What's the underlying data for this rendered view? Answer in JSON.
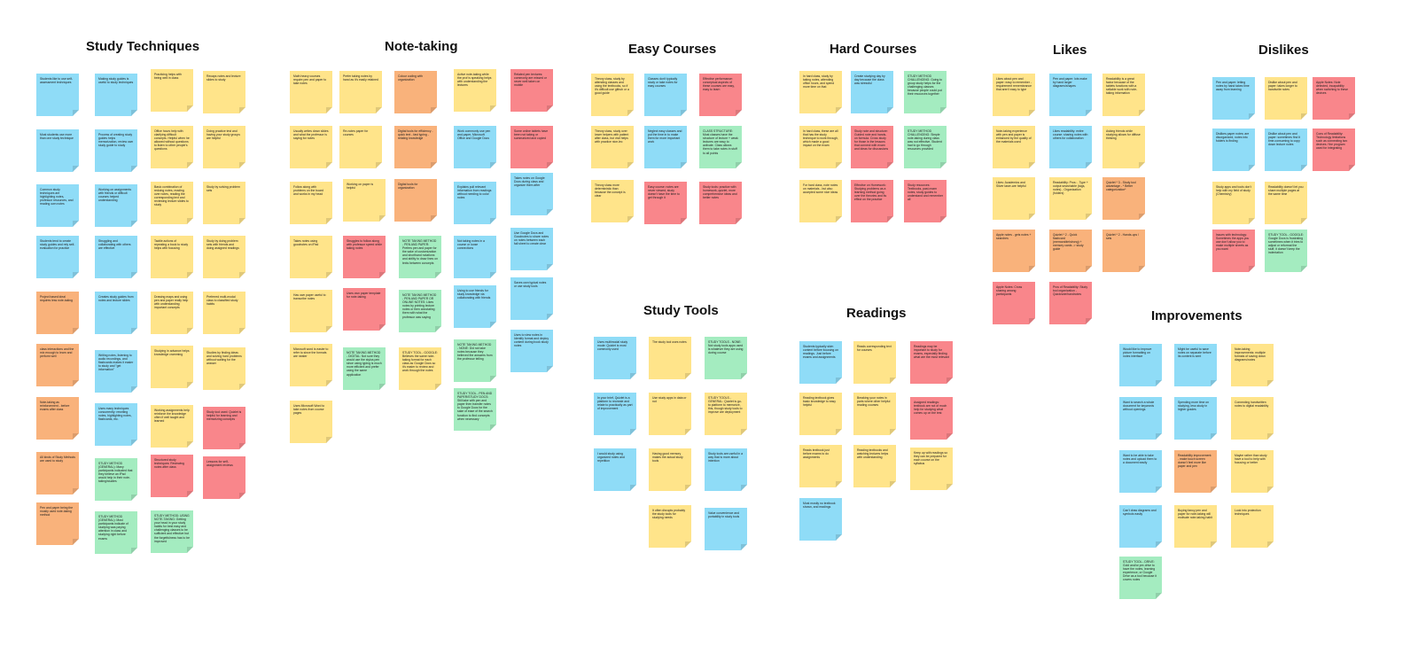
{
  "colors": {
    "yellow": "#ffe48a",
    "blue": "#8fdcf7",
    "orange": "#f9b27b",
    "red": "#f9868b",
    "green": "#a4ecc0"
  },
  "sections": [
    {
      "title": "Study Techniques"
    },
    {
      "title": "Note-taking"
    },
    {
      "title": "Easy Courses"
    },
    {
      "title": "Hard Courses"
    },
    {
      "title": "Likes"
    },
    {
      "title": "Dislikes"
    },
    {
      "title": "Study Tools"
    },
    {
      "title": "Readings"
    },
    {
      "title": "Improvements"
    }
  ],
  "notes": [
    {
      "text": "Students like to use self-assessment techniques"
    },
    {
      "text": "Making study guides is useful to study techniques"
    },
    {
      "text": "Practicing helps with being well in class"
    },
    {
      "text": "Recaps notes and lecture slides to study"
    },
    {
      "text": "Most students use more than one study technique"
    },
    {
      "text": "Process of creating study guides helps memorization, review own study guide to study"
    },
    {
      "text": "Office hours help with clarifying difficult concepts. Helpful when he allowed without questions to listen to other people's questions"
    },
    {
      "text": "Doing practice test and having your study groups are helpful"
    },
    {
      "text": "Common study techniques are highlighting notes, professor resources, and reading own notes"
    },
    {
      "text": "Working on assignments with friends or difficult courses helped understanding"
    },
    {
      "text": "Basic combination of redoing notes, reading over notes, reading the corresponding text and reviewing lecture slides to study"
    },
    {
      "text": "Study by solving problem sets"
    },
    {
      "text": "Students tend to create study guides and rely self-evaluation for practice"
    },
    {
      "text": "Struggling and collaborating with others are effective"
    },
    {
      "text": "Tactile actions of repeating a book to study helps with focusing"
    },
    {
      "text": "Study by doing problem sets with friends and doing assigned readings"
    },
    {
      "text": "Project based ideal requires less note-taking"
    },
    {
      "text": "Creates study guides from notes and lecture slides"
    },
    {
      "text": "Drawing maps and using pen and paper really help with understanding important concepts"
    },
    {
      "text": "Preferred multi-modal class to classified study habits"
    },
    {
      "text": "class interactions and the mix enough to learn and perform well"
    },
    {
      "text": "Writing notes, listening to audio recordings, and flashcards makes it easier to study and \"get information\""
    },
    {
      "text": "Studying in advance helps knowledge cramming"
    },
    {
      "text": "Studies by finding ideas and solving hard problems without waiting for the answer"
    },
    {
      "text": "Note-taking as reinforcement - before exams after class"
    },
    {
      "text": "Uses many techniques concurrently: rewriting notes, highlighting notes, flashcards, etc."
    },
    {
      "text": "Working assignments help reinforce the knowledge often if well taught and learned"
    },
    {
      "text": "Study tool used: Quizlet is helpful for learning and memorizing concepts"
    },
    {
      "text": "All kinds of Study Methods are used to study"
    },
    {
      "text": "STUDY METHOD (GENERAL): Many participants indicated that they believe an iPad would help in their note-taking/studies"
    },
    {
      "text": "Structured study techniques: Reviewing notes after class"
    },
    {
      "text": "Lessons for self-assignment reviews"
    },
    {
      "text": "Pen and paper being the mostly used note-taking method"
    },
    {
      "text": "STUDY METHOD (GENERAL): Most participants indicate of studying was paying attention in class and studying right before exams"
    },
    {
      "text": "STUDY METHOD: USING NOTE-TAKING: Getting your head in your study habits for best easy and challenging classes to be sufficient and effective but the forgetfulness has to be improved"
    },
    {
      "text": "Math heavy courses require pen and paper to take notes"
    },
    {
      "text": "Prefer taking notes by hand as it's easily retained"
    },
    {
      "text": "Colour coding with organization"
    },
    {
      "text": "Active note-taking while the prof is speaking helps with understanding the lectures"
    },
    {
      "text": "Related pen textures: commonly are missed or never well taken on mobile"
    },
    {
      "text": "Usually writes down slides and what the professor is saying for notes"
    },
    {
      "text": "Re-notes paper for courses"
    },
    {
      "text": "Digital tools for efficiency - quick text - fast typing - relating knowledge"
    },
    {
      "text": "Work commonly use pen and paper, Microsoft Office and Google Docs"
    },
    {
      "text": "Some online tablets have been not taking or summarized and copied"
    },
    {
      "text": "Follow along with problems on the board and works in my head"
    },
    {
      "text": "Working on paper is helpful"
    },
    {
      "text": "Digital tools for organization"
    },
    {
      "text": "Explains pull relevant information from readings without needing to color notes"
    },
    {
      "text": "Takes notes on Google Docs during class and organize them after"
    },
    {
      "text": "Takes notes using goodnotes on iPad"
    },
    {
      "text": "Struggles to follow along with professor speed while taking notes"
    },
    {
      "text": "NOTE TAKING METHOD - PEN AND PAPER: Prefers pen and paper for the sake of customization and shorthand notations and ability to draw lines on texts between concepts"
    },
    {
      "text": "Not taking notes in a course or loose connections"
    },
    {
      "text": "Use Google Docs and Goodnotes to share notes on notes between each fall sheet to create clear"
    },
    {
      "text": "Has own paper useful to transcribe notes"
    },
    {
      "text": "Uses own paper template for note-taking"
    },
    {
      "text": "NOTE TAKING METHOD - PEN AND PAPER OR ONLINE NOTES: Likes notes by printing lecture notes or then annotating them with what the professor was saying"
    },
    {
      "text": "Using to use friends for study knowledge via collaborating with friends"
    },
    {
      "text": "Saves own typical notes or use study tools"
    },
    {
      "text": "Microsoft word is easier to refer to since the formats are neater"
    },
    {
      "text": "NOTE TAKING METHOD - DIGITAL: Not sure they would use the stylus pen since using typing is much more efficient and prefer using the same application"
    },
    {
      "text": "STUDY TOOL - GOOGLE: Believes the same note-taking format for each class as Google Docs so it's easier to review and work through the notes"
    },
    {
      "text": "NOTE TAKING METHOD - NONE: Did not take notes because they believed the answers from the professor telling"
    },
    {
      "text": "Uses to view notes in Identify format and deploy content during book study notes"
    },
    {
      "text": "Uses Microsoft Word to take notes from course pages"
    },
    {
      "text": "STUDY TOOL - PEN AND PAPER/STUDY DOCS: Still take with pen and paper then transfer notes to Google Docs for the sake of ease of the search function to find concepts when necessary"
    },
    {
      "text": "Theory class, study by attending classes and using the textbooks, so if it's difficult use github or a good guide"
    },
    {
      "text": "Classes don't typically study or take notes for easy courses"
    },
    {
      "text": "Effective performance: conceptual aspects of these courses are easy, easy to learn"
    },
    {
      "text": "Theory class, study over lower helpers with patient after class, but visit helps with practice nice-lec"
    },
    {
      "text": "Neglect easy classes and put the time in to make them for more important work"
    },
    {
      "text": "CLASS STRUCTURE: Most classes have the structure of lecture + weak lectures are easy to activate. Class allows them to take notes in stuff to all points"
    },
    {
      "text": "Theory class more deterministic than because the concept is clear"
    },
    {
      "text": "Easy course: notes are never viewed, study doesn't have the time to get through it"
    },
    {
      "text": "Study tools: practice with homework, quizlet, more comprehensive ideas and better notes"
    },
    {
      "text": "In hard class, study by taking notes, attending office hours, and spend more time on that"
    },
    {
      "text": "Create studying day by day because the class was stressful"
    },
    {
      "text": "STUDY METHOD CHALLENGING: Going to group study helps for the challenging classes because people could put their resources together"
    },
    {
      "text": "In hard class, these are all that has the study technique to work through, which made a good impact on the exam"
    },
    {
      "text": "Study note and structure: Guided note and hands-on formula. Cross study for those in the lessons that connect with exam and ideas for discussions"
    },
    {
      "text": "STUDY METHOD CHALLENGING: Simple note-taking during class was not effective. Student had to go through resources provided"
    },
    {
      "text": "For hard class, note notes on materials - but also accepted some nice ideas"
    },
    {
      "text": "Effective on Homework: Studying problems as a learning method going over the theories and its effect on the practice"
    },
    {
      "text": "Study resources: Textbooks, past-exam notes, study guides to understand and remember all"
    },
    {
      "text": "Likes about pen and paper: easy to remember - requirement remembrance that aren't easy to type"
    },
    {
      "text": "Pen and paper: lots make by hand larger diagrams/shapes"
    },
    {
      "text": "Readability is a great factor because of the tablets functions with a sellable work with note-taking information"
    },
    {
      "text": "Note-taking experience with pen and paper is enhanced by the quality of the materials used"
    },
    {
      "text": "Likes readability: entire course: sharing notes with others for collaboration"
    },
    {
      "text": "Asking friends while studying allows for diffuse thinking"
    },
    {
      "text": "Likes: Academics and Silver laser-are helpful"
    },
    {
      "text": "Readability: Pros: - Type + output searchable (tags, notes) - Organization (folders)"
    },
    {
      "text": "Quizlet * 3 - Study tool advantage - * Better categorization*"
    },
    {
      "text": "Apple notes - gets notes + searches"
    },
    {
      "text": "Quizlet * 2 - Quick flashcard (memorable/strong) + memory cards -> study guide"
    },
    {
      "text": "Quizlet * 2 - Hands-ups / sets"
    },
    {
      "text": "Apple Notes: Cross sharing among participants"
    },
    {
      "text": "Pros of Readability: Study tool organization - Quicknote/handnotes"
    },
    {
      "text": "Pen and paper: letting notes by hand takes time away from learning"
    },
    {
      "text": "Dislike about pen and paper: takes longer to handwrite notes"
    },
    {
      "text": "Apple Notes: Note detected, incapability when switching to these devices"
    },
    {
      "text": "Dislikes paper notes: are disorganized, notes into folders is finding"
    },
    {
      "text": "Dislike about pen and paper: sometimes find it time-consuming to copy down lecture notes"
    },
    {
      "text": "Cons of Readability: Technology limitations such as connecting two devices / the program used for integrating"
    },
    {
      "text": "Study apps and tools don't help with my field of study (Chemistry)"
    },
    {
      "text": "Readability doesn't let you share multiple pages at the same time"
    },
    {
      "text": "Issues with technology: Sometimes the apps you use don't allow you to make multiple sheets as you want"
    },
    {
      "text": "STUDY TOOL - GOOGLE: Google Docs is frustrating sometimes when it tries to adjust or reformat the stuff, it doesn't keep the indentation"
    },
    {
      "text": "Uses multimodal study mode: Quizlet is most commonly used"
    },
    {
      "text": "The study tool uses notes"
    },
    {
      "text": "STUDY TOOLS - NONE: Not study tools apps used is whatever they are using during course"
    },
    {
      "text": "In your brief, Quizlet is a platform to recreate and relate to practically as part of improvement"
    },
    {
      "text": "Use study apps in data or not"
    },
    {
      "text": "STUDY TOOLS - GENERAL: Quizlet is go-to platform to memorize, this, though study tools to improve are deployment"
    },
    {
      "text": "I would study using organized notes and repetition"
    },
    {
      "text": "Having good memory makes the actual study tools"
    },
    {
      "text": "Study tools are useful in a way that is more about intention"
    },
    {
      "text": "It often disrupts probably the study tools for studying needs"
    },
    {
      "text": "Value convenience and portability in study tools"
    },
    {
      "text": "Students typically skim content before focusing on readings. Just before exams and assignments"
    },
    {
      "text": "Reads corresponding text for courses"
    },
    {
      "text": "Readings may be important to study for exams, especially finding what are the most relevant"
    },
    {
      "text": "Reading textbook gives basic knowledge to easy helpful"
    },
    {
      "text": "Breaking your notes in parts where other helpful reading courses"
    },
    {
      "text": "Assigned readings: textbook are not of much help for studying what comes up on the test"
    },
    {
      "text": "Reads textbook just before exams to do assignments"
    },
    {
      "text": "Reading textbooks and watching lectures helps with understanding"
    },
    {
      "text": "Keep up with readings so they can be prepared for each course on the syllabus"
    },
    {
      "text": "Most mostly no textbook shown, and readings"
    },
    {
      "text": "Would like to improve picture formatting on notes interface"
    },
    {
      "text": "Might be useful to save notes on separate before its content is sent"
    },
    {
      "text": "Note-taking improvements: multiple formats of saving down diagrams/notes"
    },
    {
      "text": "Want to search a whole document for keywords without openings"
    },
    {
      "text": "Spending more time on studying, less study in higher grades"
    },
    {
      "text": "Connecting handwritten notes to digital readability"
    },
    {
      "text": "Want to be able to take notes and upload them to a document easily"
    },
    {
      "text": "Readability improvement: - make touch screen doesn't feel more like paper and pen"
    },
    {
      "text": "Maybe rather than study have a tool to help with focusing or better"
    },
    {
      "text": "Can't draw diagrams and symbols easily"
    },
    {
      "text": "Buying fancy pen and paper for note-taking will motivate note-taking habit"
    },
    {
      "text": "Look into protection techniques"
    },
    {
      "text": "STUDY TOOL - DRIVE: Gold and/or pre-drive to have the notes, learning experience, or Google Drive as a tool because it covers notes"
    }
  ]
}
